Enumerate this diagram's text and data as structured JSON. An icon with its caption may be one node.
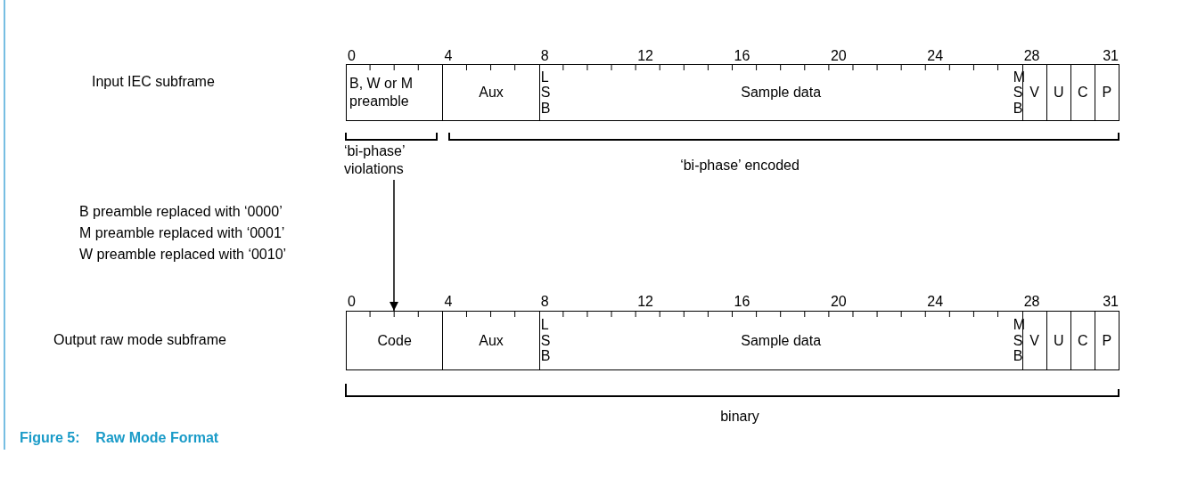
{
  "diagram": {
    "caption": "Figure 5:    Raw Mode Format",
    "nodes": [
      {
        "text": [
          "B, W or M preamble"
        ]
      },
      {
        "text": [
          "Aux"
        ]
      },
      {
        "text": [
          "LSB",
          "Sample data",
          "MSB"
        ]
      },
      {
        "text": [
          "V"
        ]
      },
      {
        "text": [
          "U"
        ]
      },
      {
        "text": [
          "C"
        ]
      },
      {
        "text": [
          "P"
        ]
      },
      {
        "text": [
          "‘bi-phase’ violations"
        ]
      },
      {
        "text": [
          "Code"
        ]
      },
      {
        "text": [
          "Aux"
        ]
      },
      {
        "text": [
          "LSB",
          "Sample data",
          "MSB"
        ]
      },
      {
        "text": [
          "V"
        ]
      },
      {
        "text": [
          "U"
        ]
      },
      {
        "text": [
          "C"
        ]
      },
      {
        "text": [
          "P"
        ]
      }
    ],
    "edges": [
      {
        "from": 7,
        "to": 8,
        "arrow": "to"
      }
    ],
    "labels": [
      "Input IEC subframe",
      "0",
      "4",
      "8",
      "12",
      "16",
      "20",
      "24",
      "28",
      "31",
      "‘bi-phase’ encoded",
      "B preamble replaced with ‘0000’",
      "M preamble replaced with ‘0001’",
      "W preamble replaced with ‘0010’",
      "0",
      "4",
      "8",
      "12",
      "16",
      "20",
      "24",
      "28",
      "31",
      "Output raw mode subframe",
      "binary"
    ]
  }
}
